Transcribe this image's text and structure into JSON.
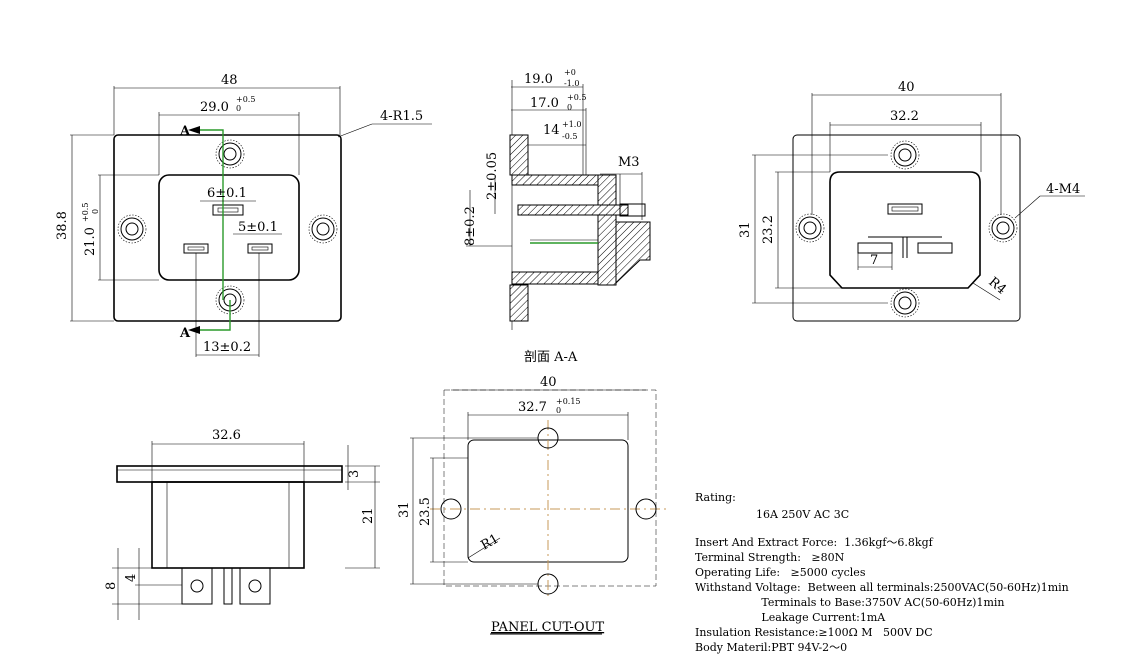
{
  "front_view": {
    "width": "48",
    "height": "38.8",
    "inner_width": "29.0",
    "inner_width_tol_up": "+0.5",
    "inner_width_tol_low": "0",
    "inner_height": "21.0",
    "inner_height_tol_up": "+0.5",
    "inner_height_tol_low": "0",
    "corner_radius": "4-R1.5",
    "top_pin": "6±0.1",
    "side_pin": "5±0.1",
    "spacing": "13±0.2",
    "section_marker_top": "A",
    "section_marker_bottom": "A"
  },
  "section_view": {
    "dim1": "19.0",
    "dim1_tol_up": "+0",
    "dim1_tol_low": "-1.0",
    "dim2": "17.0",
    "dim2_tol_up": "+0.5",
    "dim2_tol_low": "0",
    "dim3": "14",
    "dim3_tol_up": "+1.0",
    "dim3_tol_low": "-0.5",
    "thread": "M3",
    "small_v": "2±0.05",
    "big_v": "8±0.2",
    "caption": "剖面 A-A"
  },
  "rear_view": {
    "width": "40",
    "inner_width": "32.2",
    "height": "31",
    "inner_height": "23.2",
    "holes": "4-M4",
    "radius": "R4",
    "pin_spacing": "7"
  },
  "side_view": {
    "width": "32.6",
    "flange": "3",
    "depth": "21",
    "tab_offset": "4",
    "tab_height": "8"
  },
  "panel_cutout": {
    "width": "40",
    "inner_width": "32.7",
    "inner_width_tol_up": "+0.15",
    "inner_width_tol_low": "0",
    "height": "31",
    "inner_height": "23.5",
    "radius": "R1",
    "caption": "PANEL CUT-OUT"
  },
  "specs": {
    "rating_label": "Rating:",
    "rating_value": "16A 250V AC 3C",
    "lines": [
      "Insert And Extract Force:  1.36kgf～6.8kgf",
      "Terminal Strength:   ≥80N",
      "Operating Life:   ≥5000 cycles",
      "Withstand Voltage:  Between all terminals:2500VAC(50-60Hz)1min",
      "                   Terminals to Base:3750V AC(50-60Hz)1min",
      "                   Leakage Current:1mA",
      "Insulation Resistance:≥100Ω M   500V DC",
      "Body Materil:PBT 94V-2～0"
    ]
  }
}
